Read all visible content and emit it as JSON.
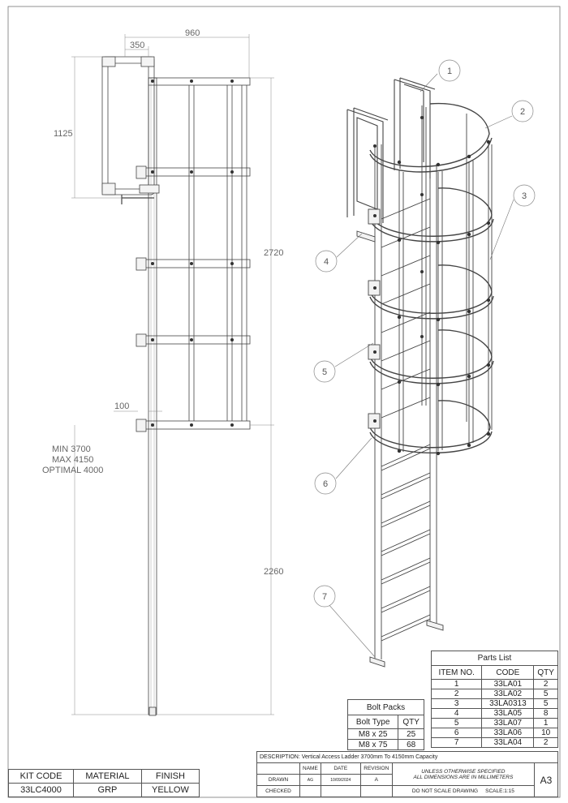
{
  "dimensions": {
    "width_overall": "960",
    "offset": "350",
    "cage_top": "1125",
    "cage_height": "2720",
    "gap": "100",
    "lower_height": "2260",
    "range_min": "MIN 3700",
    "range_max": "MAX 4150",
    "range_optimal": "OPTIMAL 4000"
  },
  "balloons": [
    "1",
    "2",
    "3",
    "4",
    "5",
    "6",
    "7"
  ],
  "parts_list": {
    "title": "Parts List",
    "headers": [
      "ITEM NO.",
      "CODE",
      "QTY"
    ],
    "rows": [
      [
        "1",
        "33LA01",
        "2"
      ],
      [
        "2",
        "33LA02",
        "5"
      ],
      [
        "3",
        "33LA0313",
        "5"
      ],
      [
        "4",
        "33LA05",
        "8"
      ],
      [
        "5",
        "33LA07",
        "1"
      ],
      [
        "6",
        "33LA06",
        "10"
      ],
      [
        "7",
        "33LA04",
        "2"
      ]
    ]
  },
  "bolt_packs": {
    "title": "Bolt Packs",
    "headers": [
      "Bolt Type",
      "QTY"
    ],
    "rows": [
      [
        "M8 x 25",
        "25"
      ],
      [
        "M8 x 75",
        "68"
      ]
    ]
  },
  "kit": {
    "headers": [
      "KIT CODE",
      "MATERIAL",
      "FINISH"
    ],
    "values": [
      "33LC4000",
      "GRP",
      "YELLOW"
    ]
  },
  "title_block": {
    "description_label": "DESCRIPTION:",
    "description": "Vertical Access Ladder 3700mm To 4150mm Capacity",
    "name_label": "NAME",
    "date_label": "DATE",
    "revision_label": "REVISION",
    "drawn_label": "DRAWN",
    "drawn_name": "AG",
    "drawn_date": "10/09/2024",
    "revision": "A",
    "checked_label": "CHECKED",
    "note_line1": "UNLESS OTHERWISE SPECIFIED",
    "note_line2": "ALL DIMENSIONS ARE IN MILLIMETERS",
    "do_not_scale": "DO NOT SCALE DRAWING",
    "scale": "SCALE:1:15",
    "sheet_size": "A3"
  }
}
